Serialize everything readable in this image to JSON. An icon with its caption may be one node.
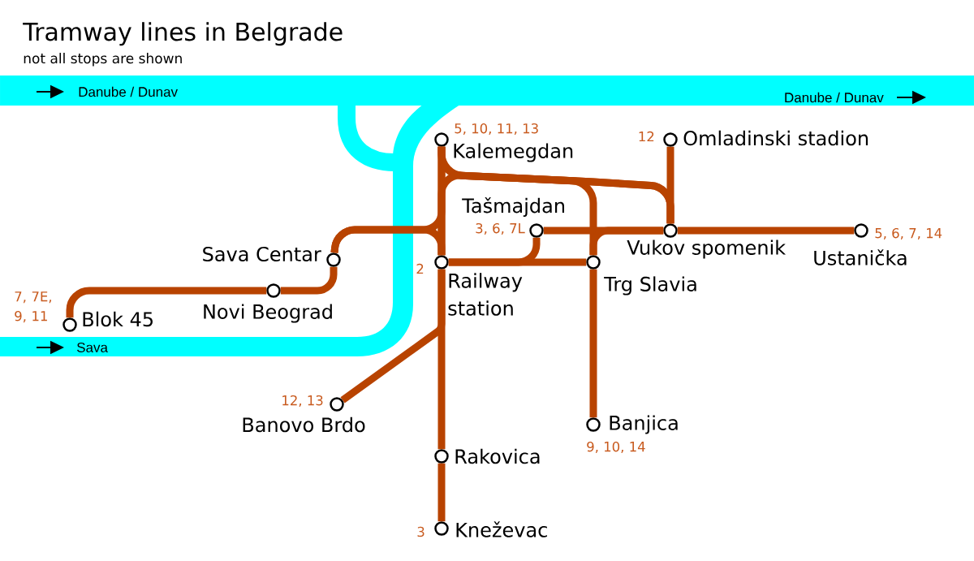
{
  "diagram": {
    "title": "Tramway lines in Belgrade",
    "nodes": [
      {
        "text": [
          "Kalemegdan"
        ],
        "beside": [
          "5, 10, 11, 13"
        ]
      },
      {
        "text": [
          "Omladinski stadion"
        ],
        "beside": [
          "12"
        ]
      },
      {
        "text": [
          "Tašmajdan"
        ],
        "beside": [
          "3, 6, 7L"
        ]
      },
      {
        "text": [
          "Vukov spomenik"
        ]
      },
      {
        "text": [
          "Ustanička"
        ],
        "beside": [
          "5, 6, 7, 14"
        ]
      },
      {
        "text": [
          "Sava Centar"
        ]
      },
      {
        "text": [
          "Railway station"
        ],
        "beside": [
          "2"
        ]
      },
      {
        "text": [
          "Trg Slavia"
        ]
      },
      {
        "text": [
          "Novi Beograd"
        ]
      },
      {
        "text": [
          "Blok 45"
        ],
        "beside": [
          "7, 7E, 9, 11"
        ]
      },
      {
        "text": [
          "Banovo Brdo"
        ],
        "beside": [
          "12, 13"
        ]
      },
      {
        "text": [
          "Banjica"
        ],
        "beside": [
          "9, 10, 14"
        ]
      },
      {
        "text": [
          "Rakovica"
        ]
      },
      {
        "text": [
          "Kneževac"
        ],
        "beside": [
          "3"
        ]
      }
    ],
    "edges": [
      {
        "from": 9,
        "to": 8,
        "arrow": "none"
      },
      {
        "from": 8,
        "to": 5,
        "arrow": "none"
      },
      {
        "from": 5,
        "to": 0,
        "arrow": "none"
      },
      {
        "from": 5,
        "to": 6,
        "arrow": "none"
      },
      {
        "from": 0,
        "to": 6,
        "arrow": "none"
      },
      {
        "from": 0,
        "to": 3,
        "arrow": "none"
      },
      {
        "from": 0,
        "to": 7,
        "arrow": "none"
      },
      {
        "from": 6,
        "to": 3,
        "arrow": "none"
      },
      {
        "from": 6,
        "to": 7,
        "arrow": "none"
      },
      {
        "from": 6,
        "to": 2,
        "arrow": "none"
      },
      {
        "from": 2,
        "to": 3,
        "arrow": "none"
      },
      {
        "from": 7,
        "to": 3,
        "arrow": "none"
      },
      {
        "from": 3,
        "to": 4,
        "arrow": "none"
      },
      {
        "from": 1,
        "to": 3,
        "arrow": "none"
      },
      {
        "from": 7,
        "to": 11,
        "arrow": "none"
      },
      {
        "from": 6,
        "to": 12,
        "arrow": "none"
      },
      {
        "from": 12,
        "to": 13,
        "arrow": "none"
      },
      {
        "from": 6,
        "to": 10,
        "arrow": "none"
      }
    ],
    "labels": [
      "not all stops are shown",
      "Danube / Dunav",
      "Danube / Dunav",
      "Sava"
    ]
  }
}
